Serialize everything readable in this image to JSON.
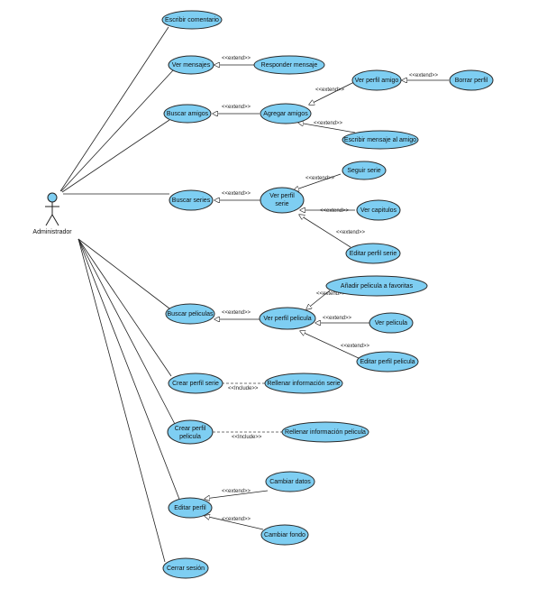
{
  "actor": {
    "label": "Administrador"
  },
  "use_cases": {
    "escribir_comentario": "Escribir comentario",
    "ver_mensajes": "Ver mensajes",
    "responder_mensaje": "Responder mensaje",
    "buscar_amigos": "Buscar amigos",
    "agregar_amigos": "Agregar amigos",
    "ver_perfil_amigo": "Ver perfil amigo",
    "borrar_perfil": "Borrar perfil",
    "escribir_mensaje_amigo": "Escribir mensaje al amigo",
    "buscar_series": "Buscar series",
    "ver_perfil_serie": [
      "Ver perfil",
      "serie"
    ],
    "seguir_serie": "Seguir serie",
    "ver_capitulos": "Ver capitulos",
    "editar_perfil_serie": "Editar perfil serie",
    "buscar_peliculas": "Buscar peliculas",
    "ver_perfil_pelicula": "Ver perfil pelicula",
    "anadir_pelicula_favoritas": "Añadir pelicula a favoritas",
    "ver_pelicula": "Ver pelicula",
    "editar_perfil_pelicula": "Editar perfil pelicula",
    "crear_perfil_serie": "Crear perfil serie",
    "rellenar_informacion_serie": "Rellenar información serie",
    "crear_perfil_pelicula": [
      "Crear perfil",
      "pelicula"
    ],
    "rellenar_informacion_pelicula": "Rellenar información pelicula",
    "editar_perfil": "Editar perfil",
    "cambiar_datos": "Cambiar datos",
    "cambiar_fondo": "Cambiar fondo",
    "cerrar_sesion": "Cerrar sesión"
  },
  "stereotypes": {
    "extend": "<<extend>>",
    "include": "<<Include>>"
  },
  "colors": {
    "use_case_fill": "#7ecef2",
    "line": "#222222"
  }
}
